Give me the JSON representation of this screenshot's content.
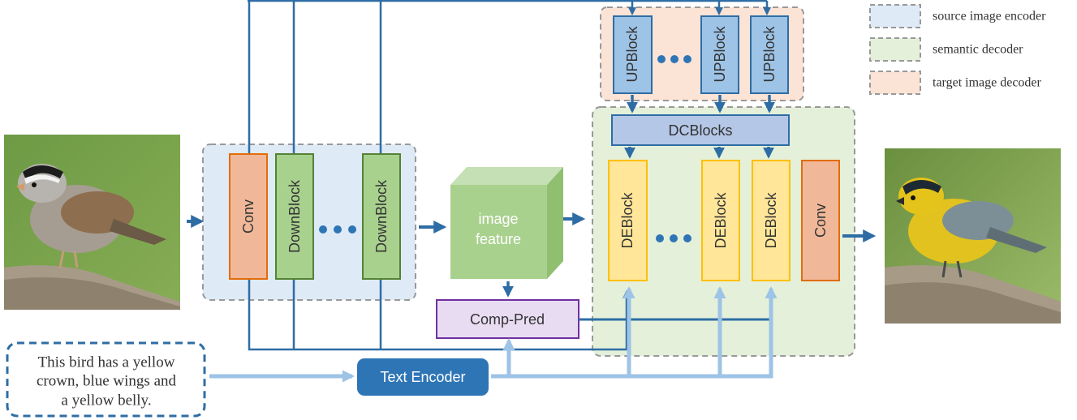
{
  "legend": {
    "source": "source image encoder",
    "semantic": "semantic decoder",
    "target": "target image decoder"
  },
  "encoder": {
    "conv": "Conv",
    "downblock": "DownBlock"
  },
  "feature": {
    "line1": "image",
    "line2": "feature"
  },
  "comp_pred": "Comp-Pred",
  "text_encoder": "Text Encoder",
  "decoder": {
    "upblock": "UPBlock",
    "dcblocks": "DCBlocks",
    "deblock": "DEBlock",
    "conv": "Conv"
  },
  "text_input": {
    "line1": "This bird has a yellow",
    "line2": "crown, blue wings and",
    "line3": "a yellow belly."
  },
  "images": {
    "source": "white-crowned sparrow photo",
    "target": "yellow bird photo"
  },
  "colors": {
    "encoder_region": "#deeaf6",
    "semantic_region": "#e4f0da",
    "target_region": "#fbe3d6",
    "conv": "#f0b899",
    "downblock": "#a9d18e",
    "deblock": "#ffe699",
    "upblock": "#9dc3e6",
    "dcblocks": "#b4c7e7",
    "text_encoder": "#2e75b6",
    "comp_pred": "#e8dcf3",
    "connector": "#2e6da4",
    "text_connector": "#9dc3e6"
  }
}
